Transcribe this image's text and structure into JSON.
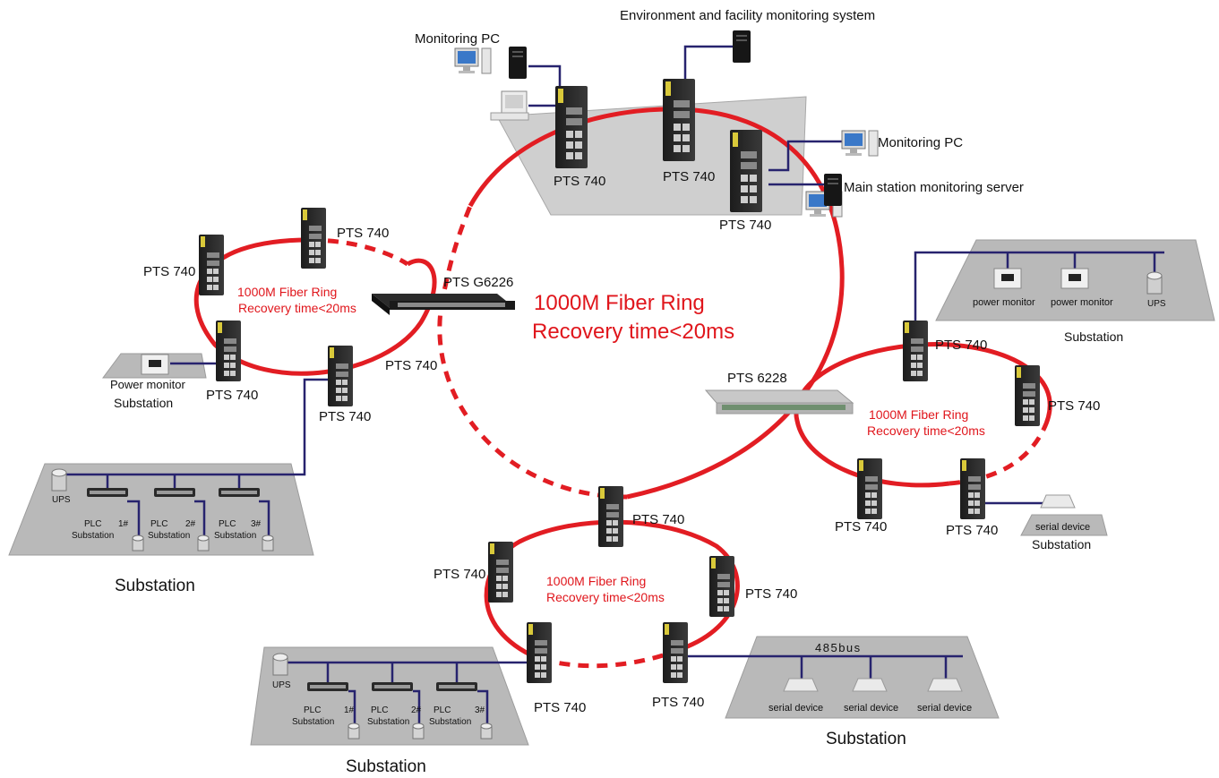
{
  "labels": {
    "env_system": "Environment and facility monitoring system",
    "monitoring_pc_top": "Monitoring PC",
    "monitoring_pc_right": "Monitoring PC",
    "main_server": "Main station monitoring server",
    "switch_pts740": "PTS 740",
    "switch_g6226": "PTS G6226",
    "switch_6228": "PTS 6228"
  },
  "rings": {
    "main": [
      "1000M Fiber Ring",
      "Recovery time<20ms"
    ],
    "left": [
      "1000M Fiber Ring",
      "Recovery time<20ms"
    ],
    "right": [
      "1000M Fiber Ring",
      "Recovery time<20ms"
    ],
    "bottom": [
      "1000M Fiber Ring",
      "Recovery time<20ms"
    ]
  },
  "substations": {
    "label": "Substation",
    "power_monitor_cap": "Power monitor",
    "power_monitor": "power monitor",
    "ups": "UPS",
    "plc": "PLC",
    "plc_sub": "Substation",
    "plc_nums": [
      "1#",
      "2#",
      "3#"
    ],
    "serial_device": "serial device",
    "bus485": "485bus"
  }
}
